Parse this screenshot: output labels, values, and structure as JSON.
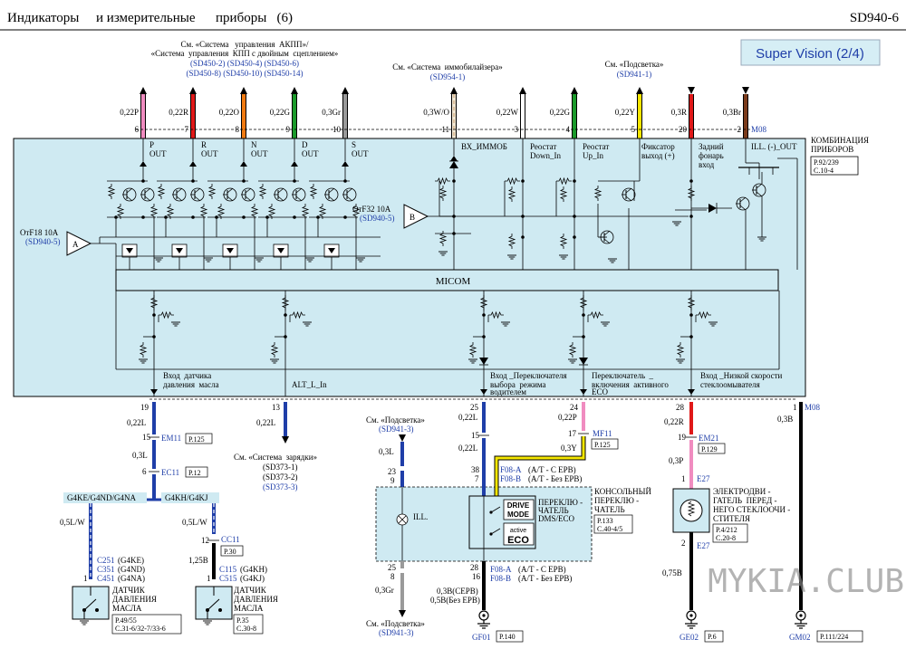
{
  "header": {
    "title": "Индикаторы     и измерительные      приборы   (6)",
    "code": "SD940-6"
  },
  "super_vision": "Super Vision (2/4)",
  "refs": {
    "akpp_line1": "См. «Система   управления  АКПП»/",
    "akpp_line2": "«Система  управления  КПП с двойным  сцеплением»",
    "akpp_codes1": "(SD450-2) (SD450-4) (SD450-6)",
    "akpp_codes2": "(SD450-8) (SD450-10) (SD450-14)",
    "immo_line": "См. «Система  иммобилайзера»",
    "immo_code": "(SD954-1)",
    "light_line": "См. «Подсветка»",
    "light_code": "(SD941-1)"
  },
  "top_wires": [
    {
      "pin": "6",
      "wire": "0,22P",
      "color": "#f08cc0"
    },
    {
      "pin": "7",
      "wire": "0,22R",
      "color": "#e01818"
    },
    {
      "pin": "8",
      "wire": "0,22O",
      "color": "#f07a10"
    },
    {
      "pin": "9",
      "wire": "0,22G",
      "color": "#1a9a2a"
    },
    {
      "pin": "10",
      "wire": "0,3Gr",
      "color": "#9a9a9a"
    },
    {
      "pin": "11",
      "wire": "0,3W/O",
      "color": "#f0e6d2"
    },
    {
      "pin": "3",
      "wire": "0,22W",
      "color": "#ffffff"
    },
    {
      "pin": "4",
      "wire": "0,22G",
      "color": "#1a9a2a"
    },
    {
      "pin": "5",
      "wire": "0,22Y",
      "color": "#f5e600"
    },
    {
      "pin": "20",
      "wire": "0,3R",
      "color": "#e01818"
    },
    {
      "pin": "2",
      "wire": "0,3Br",
      "color": "#7a3a1a"
    }
  ],
  "m08_top": "M08",
  "cluster": {
    "label1": "КОМБИНАЦИЯ",
    "label2": "ПРИБОРОВ",
    "ref1": "P.92/239",
    "ref2": "C.10-4"
  },
  "outputs": {
    "p": "P",
    "r": "R",
    "n": "N",
    "d": "D",
    "s": "S",
    "out": "OUT",
    "immo_in": "ВХ_ИММОБ",
    "rheo_down1": "Реостат",
    "rheo_down2": "Down_In",
    "rheo_up1": "Реостат",
    "rheo_up2": "Up_In",
    "lamp1": "Фиксатор",
    "lamp2": "выход (+)",
    "tail1": "Задний",
    "tail2": "фонарь",
    "tail3": "вход",
    "ill_out": "ILL. (-)_OUT"
  },
  "fuse_a": {
    "name": "ОтF18 10A",
    "code": "(SD940-5)",
    "letter": "A"
  },
  "fuse_b": {
    "name": "ОтF32 10A",
    "code": "(SD940-5)",
    "letter": "B"
  },
  "micom": "MICOM",
  "bottom_inputs": {
    "oil1": "Вход  датчика",
    "oil2": "давления  масла",
    "alt": "ALT_L_In",
    "mode1": "Вход _Переключателя",
    "mode2": "выбора  режима",
    "mode3": "водителем",
    "eco1": "Переключатель  _",
    "eco2": "включения  активного",
    "eco3": "ECO",
    "wash1": "Вход _Низкой скорости",
    "wash2": "стеклоомывателя"
  },
  "pins_bottom": {
    "p19": "19",
    "p13": "13",
    "p25": "25",
    "p24": "24",
    "p28": "28",
    "p1": "1",
    "m08": "M08"
  },
  "oil_branch": {
    "w1": "0,22L",
    "pin15": "15",
    "em11": "EM11",
    "em11_ref": "P.125",
    "w2": "0,3L",
    "pin6": "6",
    "ec11": "EC11",
    "ec11_ref": "P.12",
    "engine_a": "G4KE/G4ND/G4NA",
    "engine_b": "G4KH/G4KJ",
    "w_left": "0,5L/W",
    "w_right": "0,5L/W",
    "pin12": "12",
    "cc11": "CC11",
    "cc11_ref": "P.30",
    "w_black": "1,25B",
    "c251": "C251",
    "c251_e": "(G4KE)",
    "c351": "C351",
    "c351_e": "(G4ND)",
    "c451": "C451",
    "c451_e": "(G4NA)",
    "c115": "C115",
    "c115_e": "(G4KH)",
    "c515": "C515",
    "c515_e": "(G4KJ)",
    "pin1a": "1",
    "pin1b": "1",
    "sensor1": "ДАТЧИК",
    "sensor2": "ДАВЛЕНИЯ",
    "sensor3": "МАСЛА",
    "s1_ref1": "P.49/55",
    "s1_ref2": "C.31-6/32-7/33-6",
    "s2_ref1": "P.35",
    "s2_ref2": "C.30-8"
  },
  "alt_branch": {
    "w": "0,22L",
    "ref": "См. «Система  зарядки»",
    "c1": "(SD373-1)",
    "c2": "(SD373-2)",
    "c3": "(SD373-3)"
  },
  "ill_branch": {
    "ref_top": "См. «Подсветка»",
    "code_top": "(SD941-3)",
    "w1": "0,3L",
    "pin23": "23",
    "pin9": "9",
    "ill": "ILL.",
    "pin25": "25",
    "pin8": "8",
    "w2": "0,3Gr",
    "ref_bottom": "См. «Подсветка»",
    "code_bottom": "(SD941-3)"
  },
  "mode_branch": {
    "w1": "0,22L",
    "pin15": "15",
    "w2": "0,22L",
    "pin38": "38",
    "pin7": "7",
    "f08a": "F08-A",
    "f08a_t": "(A/T - C EPB)",
    "f08b": "F08-B",
    "f08b_t": "(A/T - Без EPB)",
    "drive1": "DRIVE",
    "drive2": "MODE",
    "eco_a": "active",
    "eco_b": "ECO",
    "sw1": "ПЕРЕКЛЮ -",
    "sw2": "ЧАТЕЛЬ",
    "sw3": "DMS/ECO",
    "cons1": "КОНСОЛЬНЫЙ",
    "cons2": "ПЕРЕКЛЮ -",
    "cons3": "ЧАТЕЛЬ",
    "cons_ref1": "P.133",
    "cons_ref2": "C.40-4/5",
    "pin28": "28",
    "pin16": "16",
    "f08a2": "F08-A",
    "f08a2_t": "(A/T - C EPB)",
    "f08b2": "F08-B",
    "f08b2_t": "(A/T - Без EPB)",
    "gnd_w1": "0,3B(CEPB)",
    "gnd_w2": "0,5B(Без EPB)",
    "gf01": "GF01",
    "gf01_ref": "P.140"
  },
  "eco_branch": {
    "w1": "0,22P",
    "pin17": "17",
    "mf11": "MF11",
    "mf11_ref": "P.125",
    "w2": "0,3Y"
  },
  "wash_branch": {
    "w1": "0,22R",
    "pin19": "19",
    "em21": "EM21",
    "em21_ref": "P.129",
    "w2": "0,3P",
    "pin1": "1",
    "e27": "E27",
    "motor1": "ЭЛЕКТРОДВИ -",
    "motor2": "ГАТЕЛЬ  ПЕРЕД -",
    "motor3": "НЕГО СТЕКЛООЧИ -",
    "motor4": "СТИТЕЛЯ",
    "motor_ref1": "P.4/212",
    "motor_ref2": "C.20-8",
    "pin2": "2",
    "e27b": "E27",
    "w3": "0,75B",
    "ge02": "GE02",
    "ge02_ref": "P.6"
  },
  "gm_branch": {
    "w": "0,3B",
    "gm02": "GM02",
    "gm02_ref": "P.111/224"
  },
  "watermark": "MYKIA.CLUB"
}
